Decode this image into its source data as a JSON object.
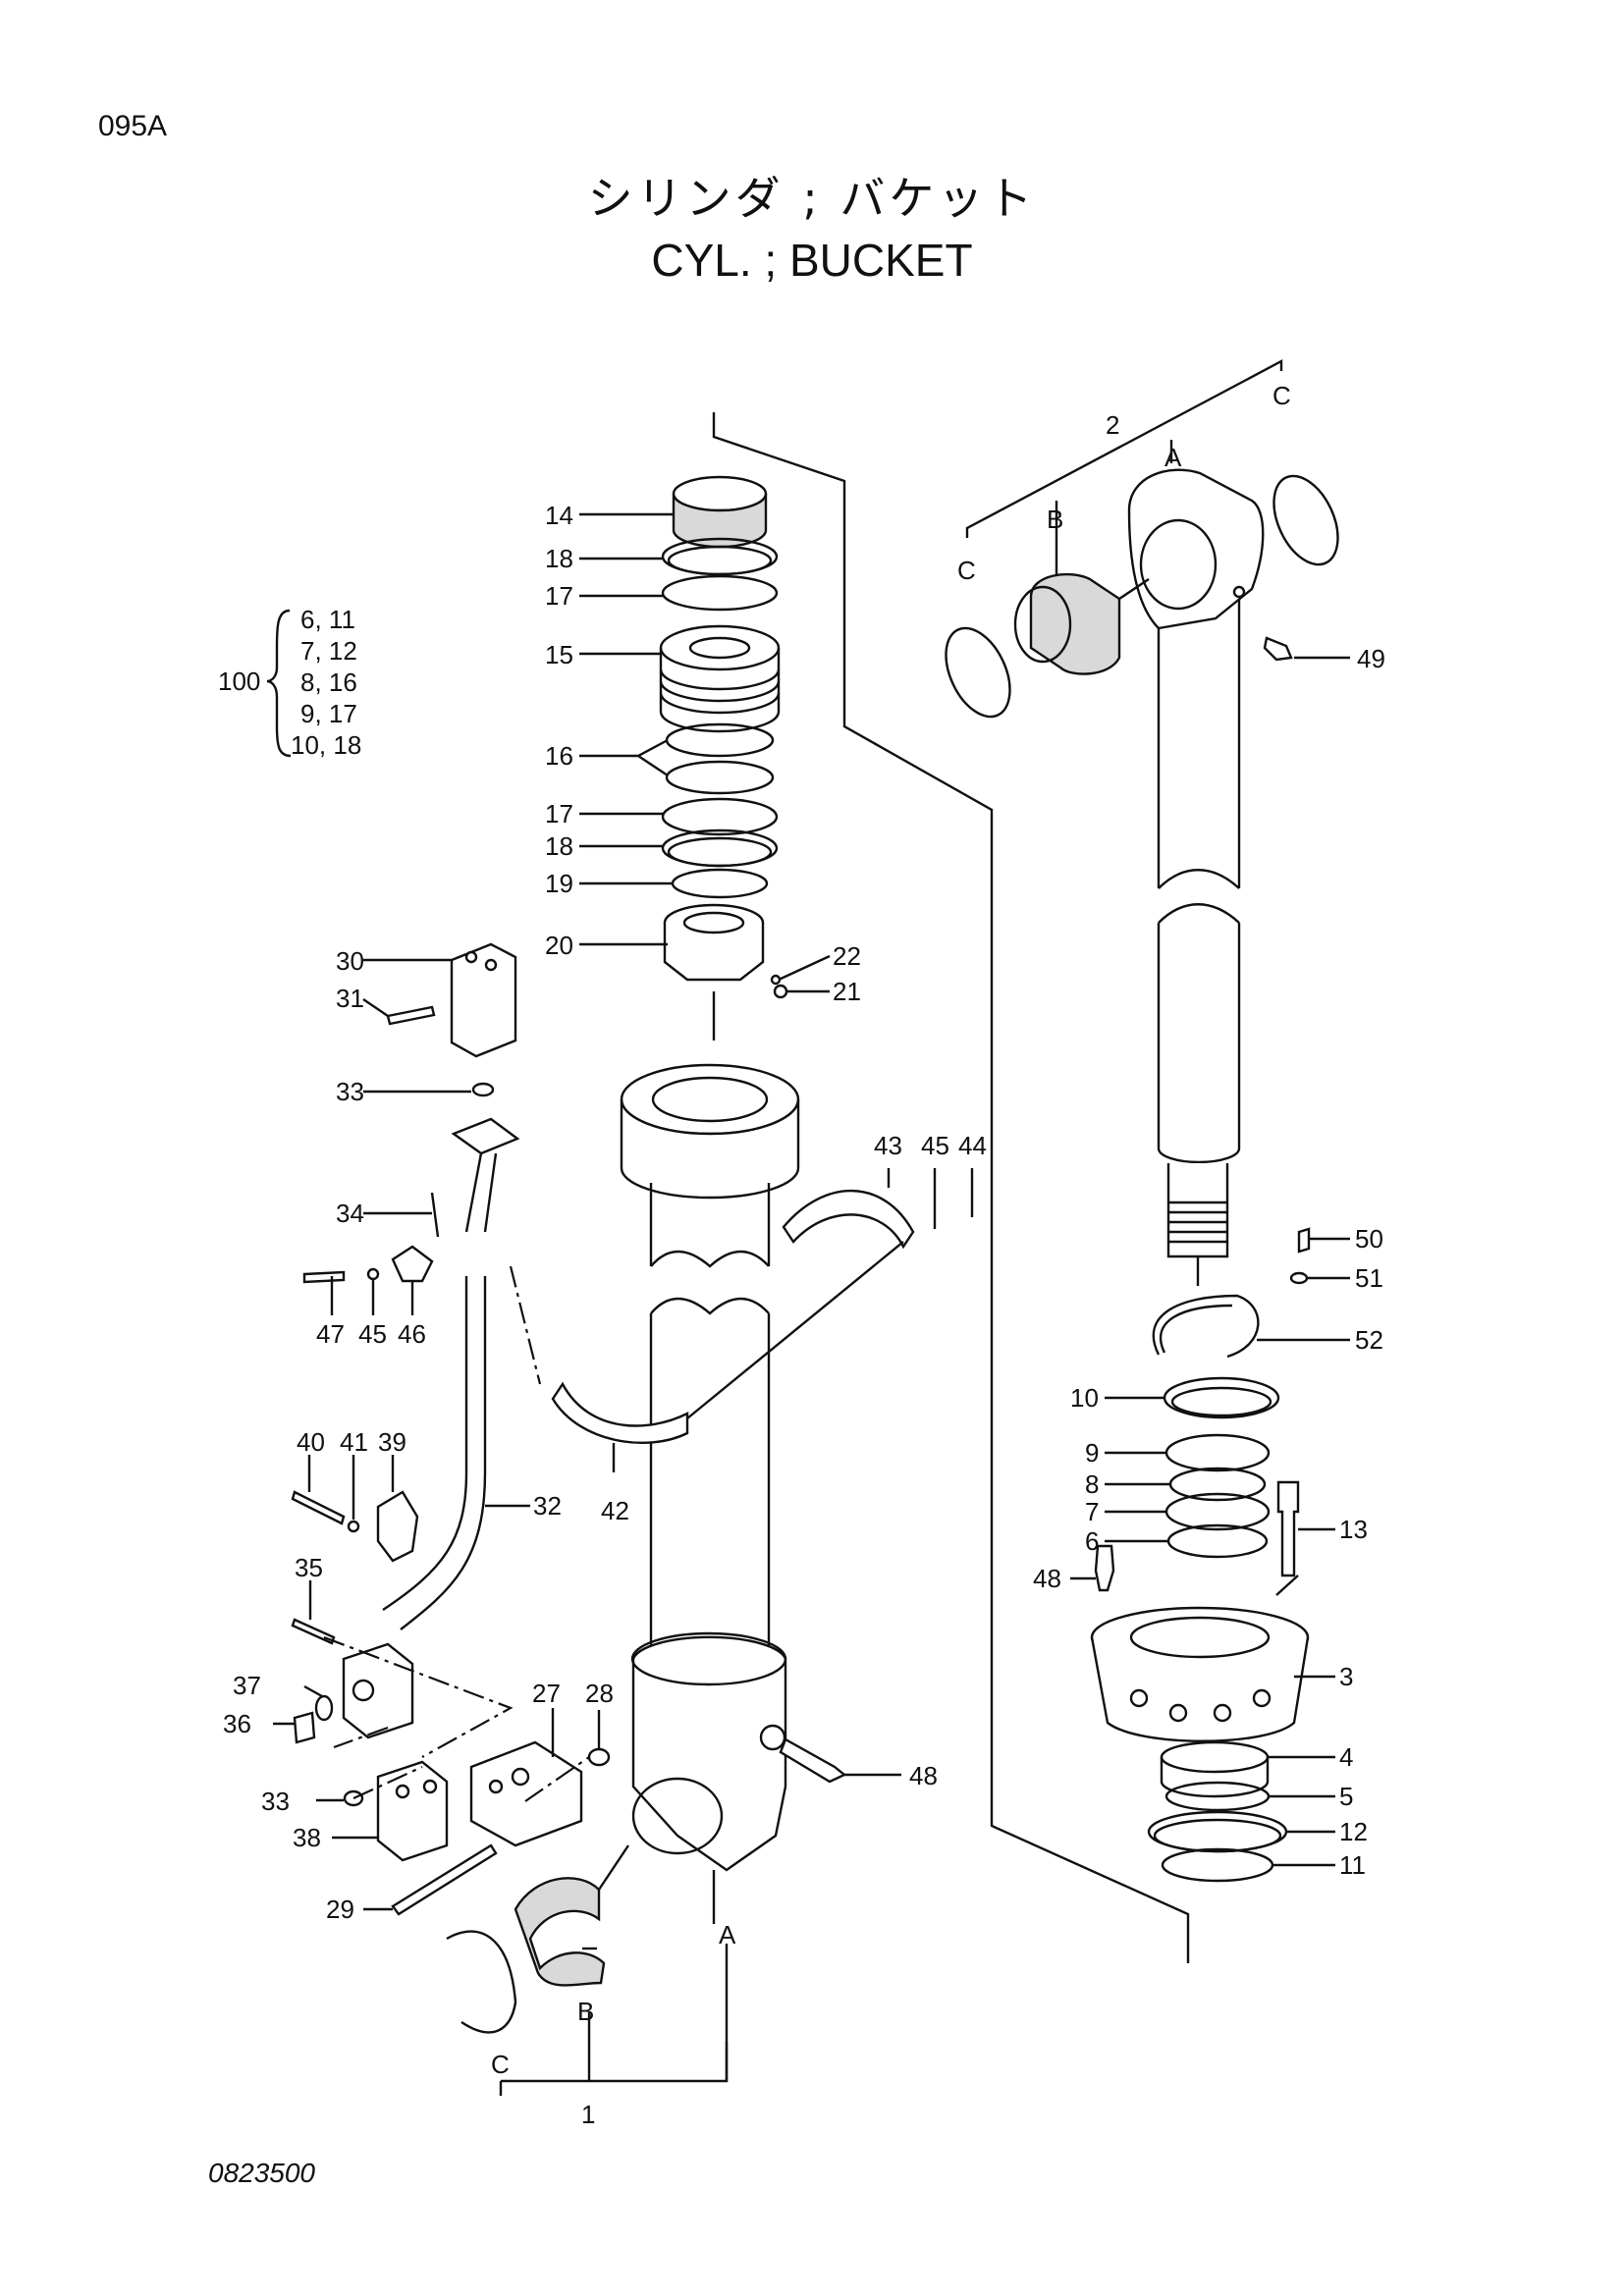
{
  "page_code": "095A",
  "title": {
    "japanese": "シリンダ ; バケット",
    "english": "CYL. ; BUCKET"
  },
  "drawing_number": "0823500",
  "kit": {
    "label": "100",
    "rows": [
      "6, 11",
      "7, 12",
      "8, 16",
      "9, 17",
      "10, 18"
    ]
  },
  "callouts": [
    "14",
    "18",
    "17",
    "15",
    "16",
    "17",
    "18",
    "19",
    "20",
    "22",
    "21",
    "30",
    "31",
    "33",
    "34",
    "47",
    "45",
    "46",
    "40",
    "41",
    "39",
    "32",
    "42",
    "43",
    "45",
    "44",
    "35",
    "37",
    "36",
    "33",
    "38",
    "29",
    "27",
    "28",
    "48",
    "A",
    "B",
    "C",
    "1",
    "2",
    "A",
    "B",
    "C",
    "C",
    "49",
    "50",
    "51",
    "52",
    "10",
    "9",
    "8",
    "7",
    "6",
    "13",
    "48",
    "3",
    "4",
    "5",
    "12",
    "11"
  ]
}
